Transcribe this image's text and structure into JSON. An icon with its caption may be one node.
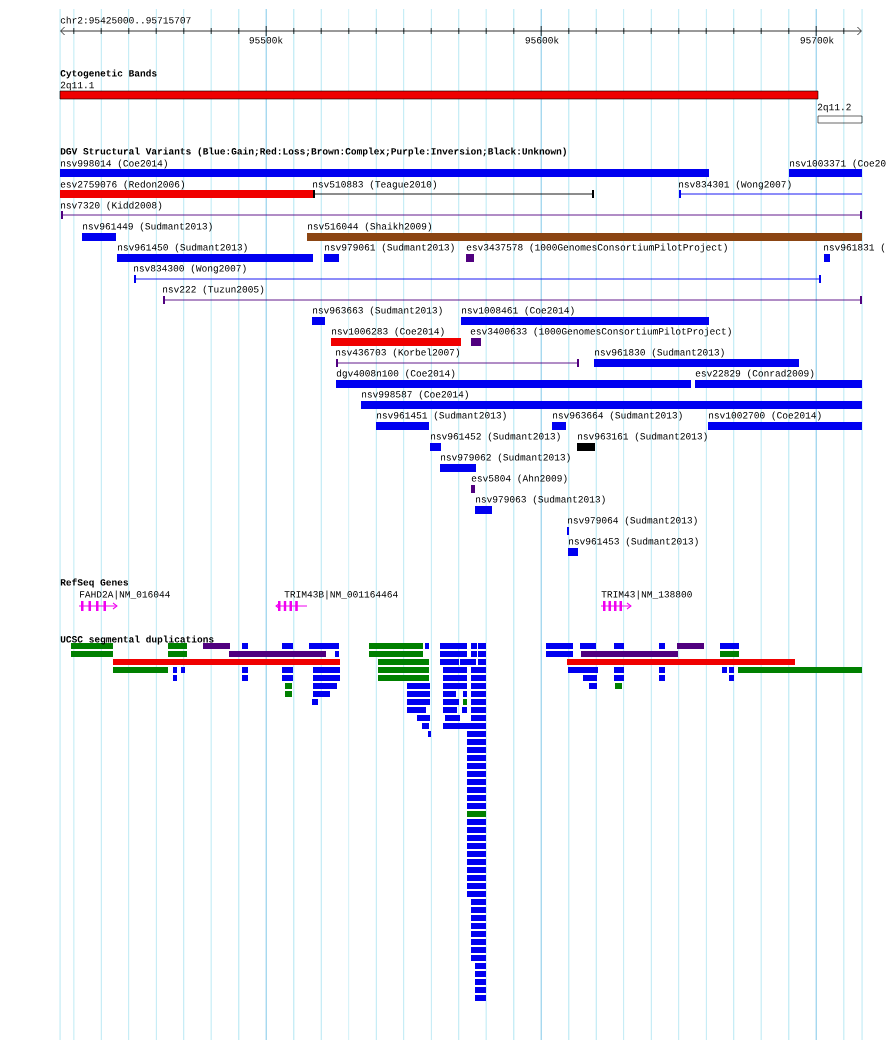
{
  "diagram": {
    "title": "chr2:95425000..95715707",
    "labels": [
      "95500k",
      "95600k",
      "95700k",
      "Cytogenetic Bands",
      "2q11.1",
      "2q11.2",
      "DGV Structural Variants (Blue:Gain;Red:Loss;Brown:Complex;Purple:Inversion;Black:Unknown)",
      "nsv998014 (Coe2014)",
      "nsv1003371 (Coe20",
      "esv2759076 (Redon2006)",
      "nsv510883 (Teague2010)",
      "nsv834301 (Wong2007)",
      "nsv7320 (Kidd2008)",
      "nsv961449 (Sudmant2013)",
      "nsv516044 (Shaikh2009)",
      "nsv961450 (Sudmant2013)",
      "nsv979061 (Sudmant2013)",
      "esv3437578 (1000GenomesConsortiumPilotProject)",
      "nsv961831 (",
      "nsv834300 (Wong2007)",
      "nsv222 (Tuzun2005)",
      "nsv963663 (Sudmant2013)",
      "nsv1008461 (Coe2014)",
      "nsv1006283 (Coe2014)",
      "esv3400633 (1000GenomesConsortiumPilotProject)",
      "nsv436703 (Korbel2007)",
      "nsv961830 (Sudmant2013)",
      "dgv4008n100 (Coe2014)",
      "esv22829 (Conrad2009)",
      "nsv998587 (Coe2014)",
      "nsv961451 (Sudmant2013)",
      "nsv963664 (Sudmant2013)",
      "nsv1002700 (Coe2014)",
      "nsv961452 (Sudmant2013)",
      "nsv963161 (Sudmant2013)",
      "nsv979062 (Sudmant2013)",
      "esv5804 (Ahn2009)",
      "nsv979063 (Sudmant2013)",
      "nsv979064 (Sudmant2013)",
      "nsv961453 (Sudmant2013)",
      "RefSeq Genes",
      "FAHD2A|NM_016044",
      "TRIM43B|NM_001164464",
      "TRIM43|NM_138800",
      "UCSC segmental duplications"
    ]
  }
}
